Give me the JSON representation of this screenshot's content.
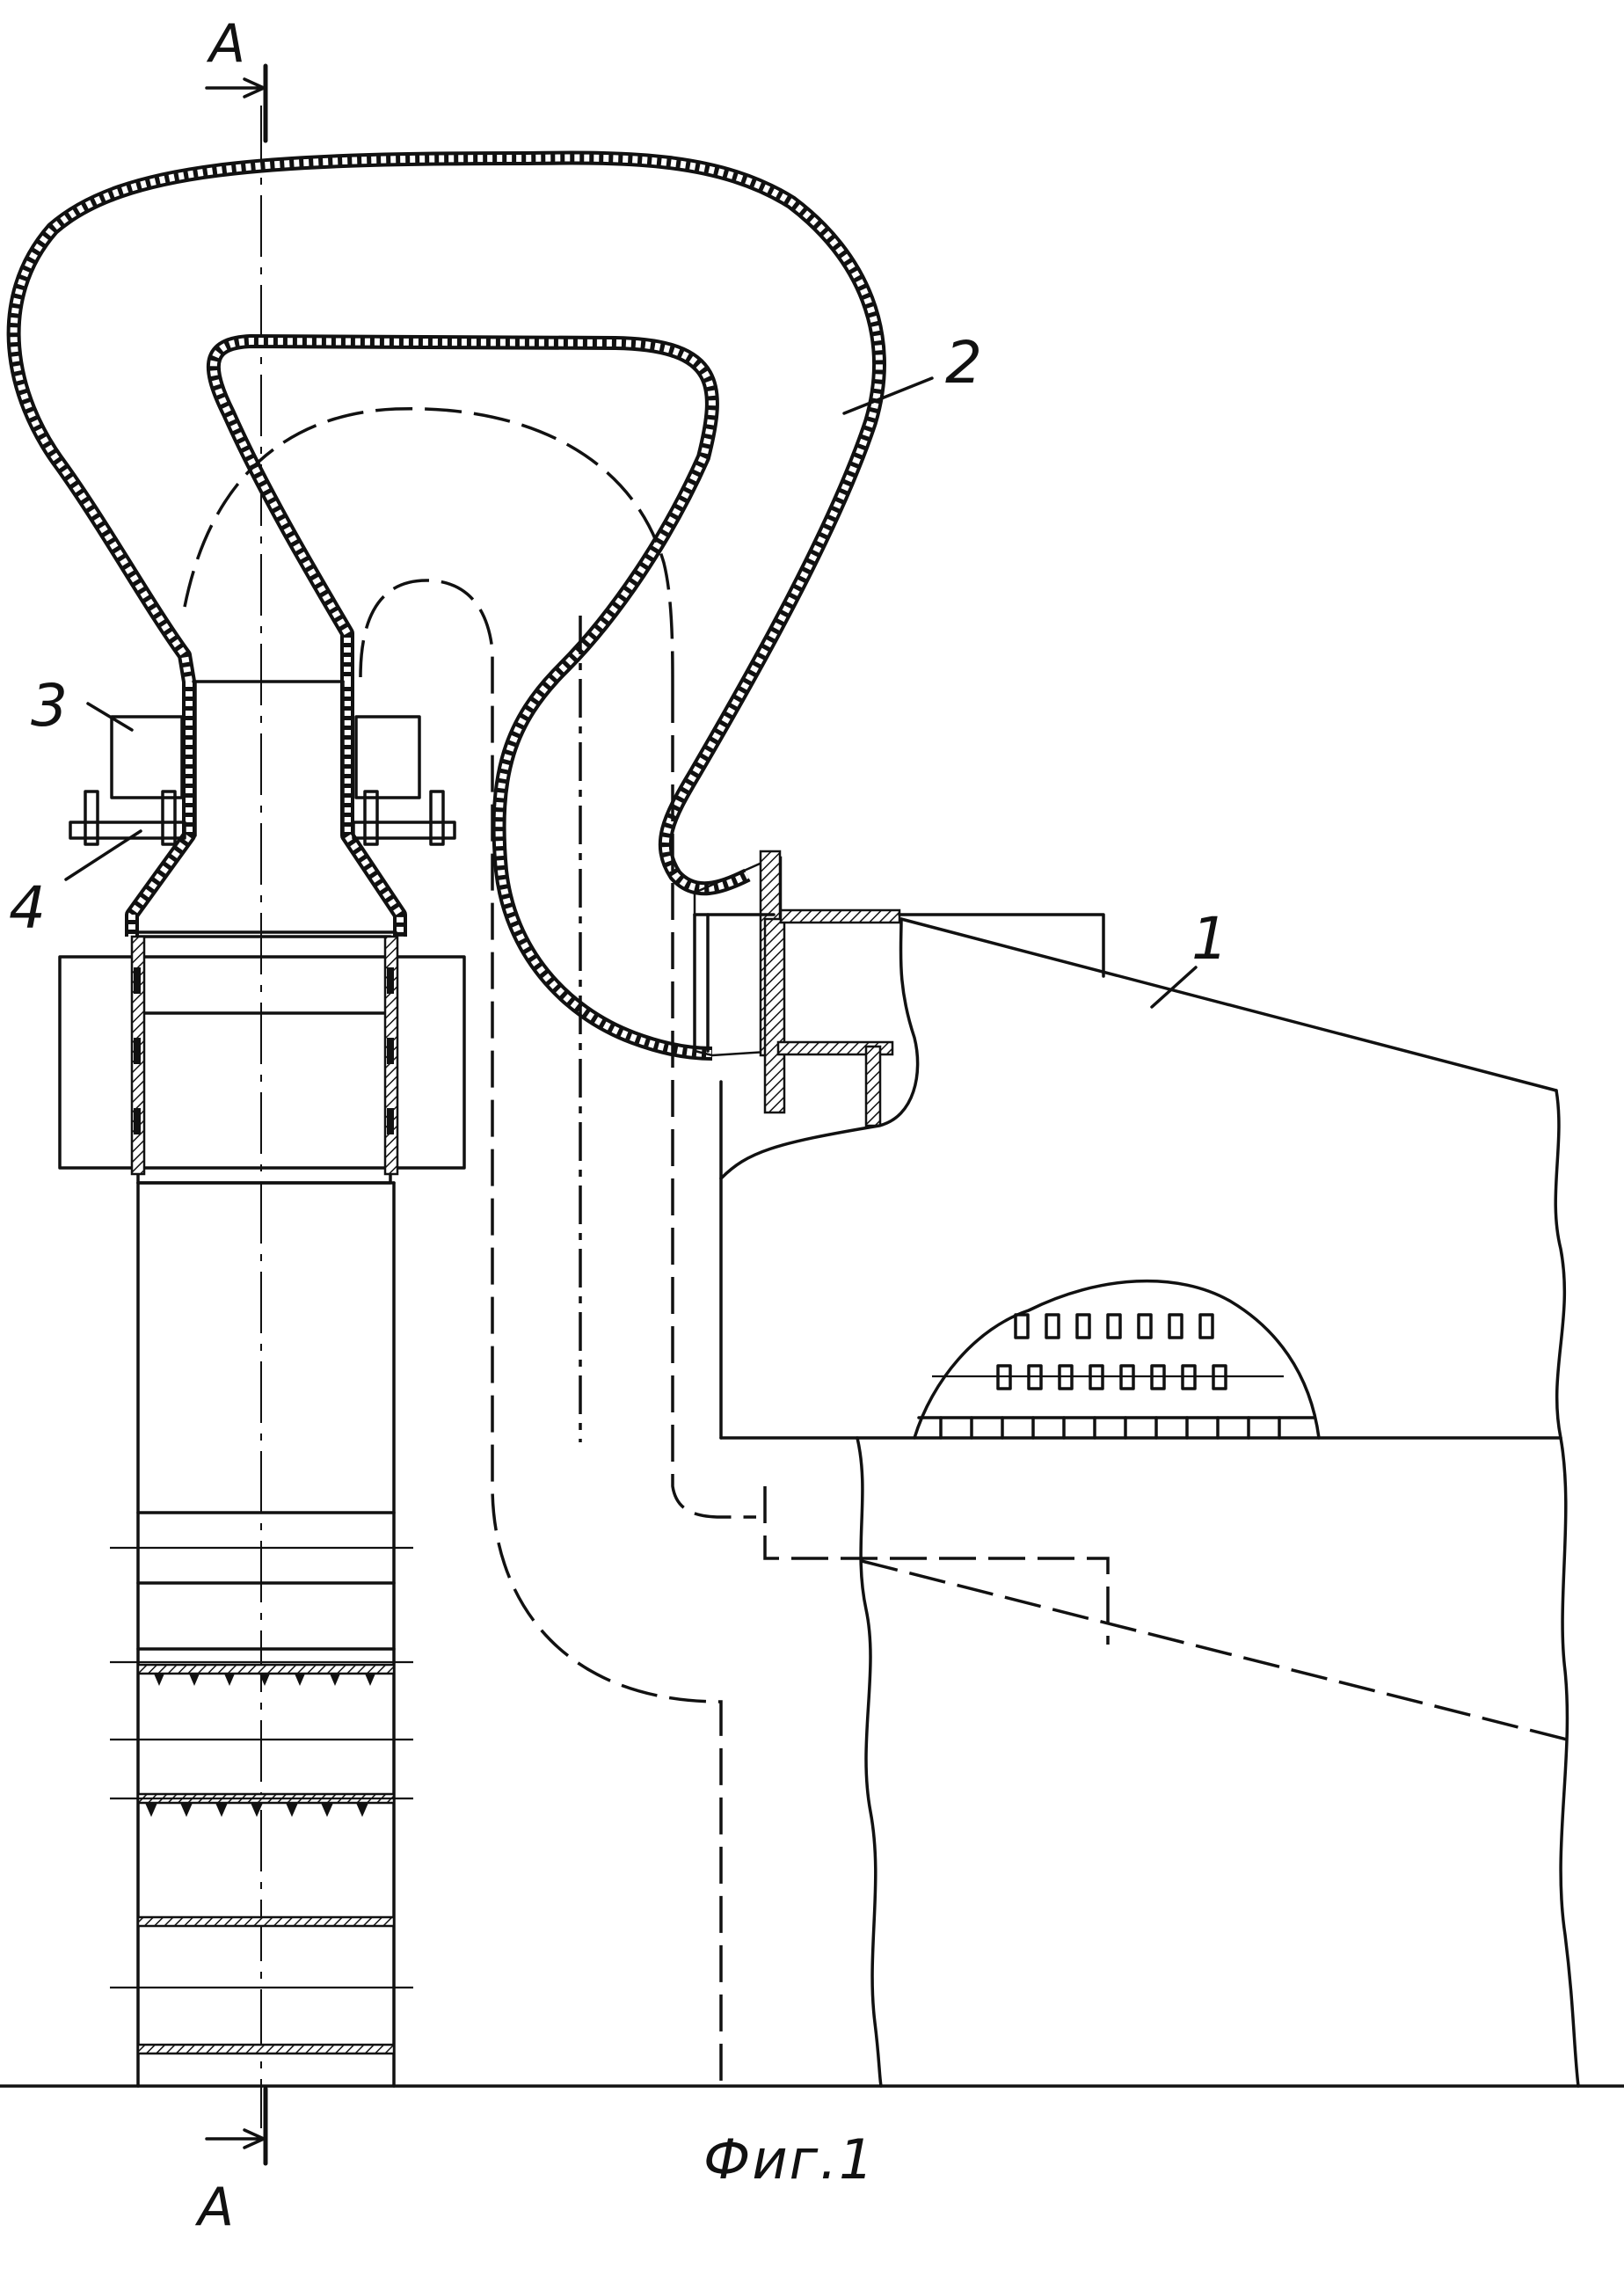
{
  "figure": {
    "caption": "Фиг.1",
    "section_top": "A",
    "section_bottom": "A"
  },
  "callouts": [
    {
      "id": "1",
      "text": "1"
    },
    {
      "id": "2",
      "text": "2"
    },
    {
      "id": "3",
      "text": "3"
    },
    {
      "id": "4",
      "text": "4"
    }
  ]
}
